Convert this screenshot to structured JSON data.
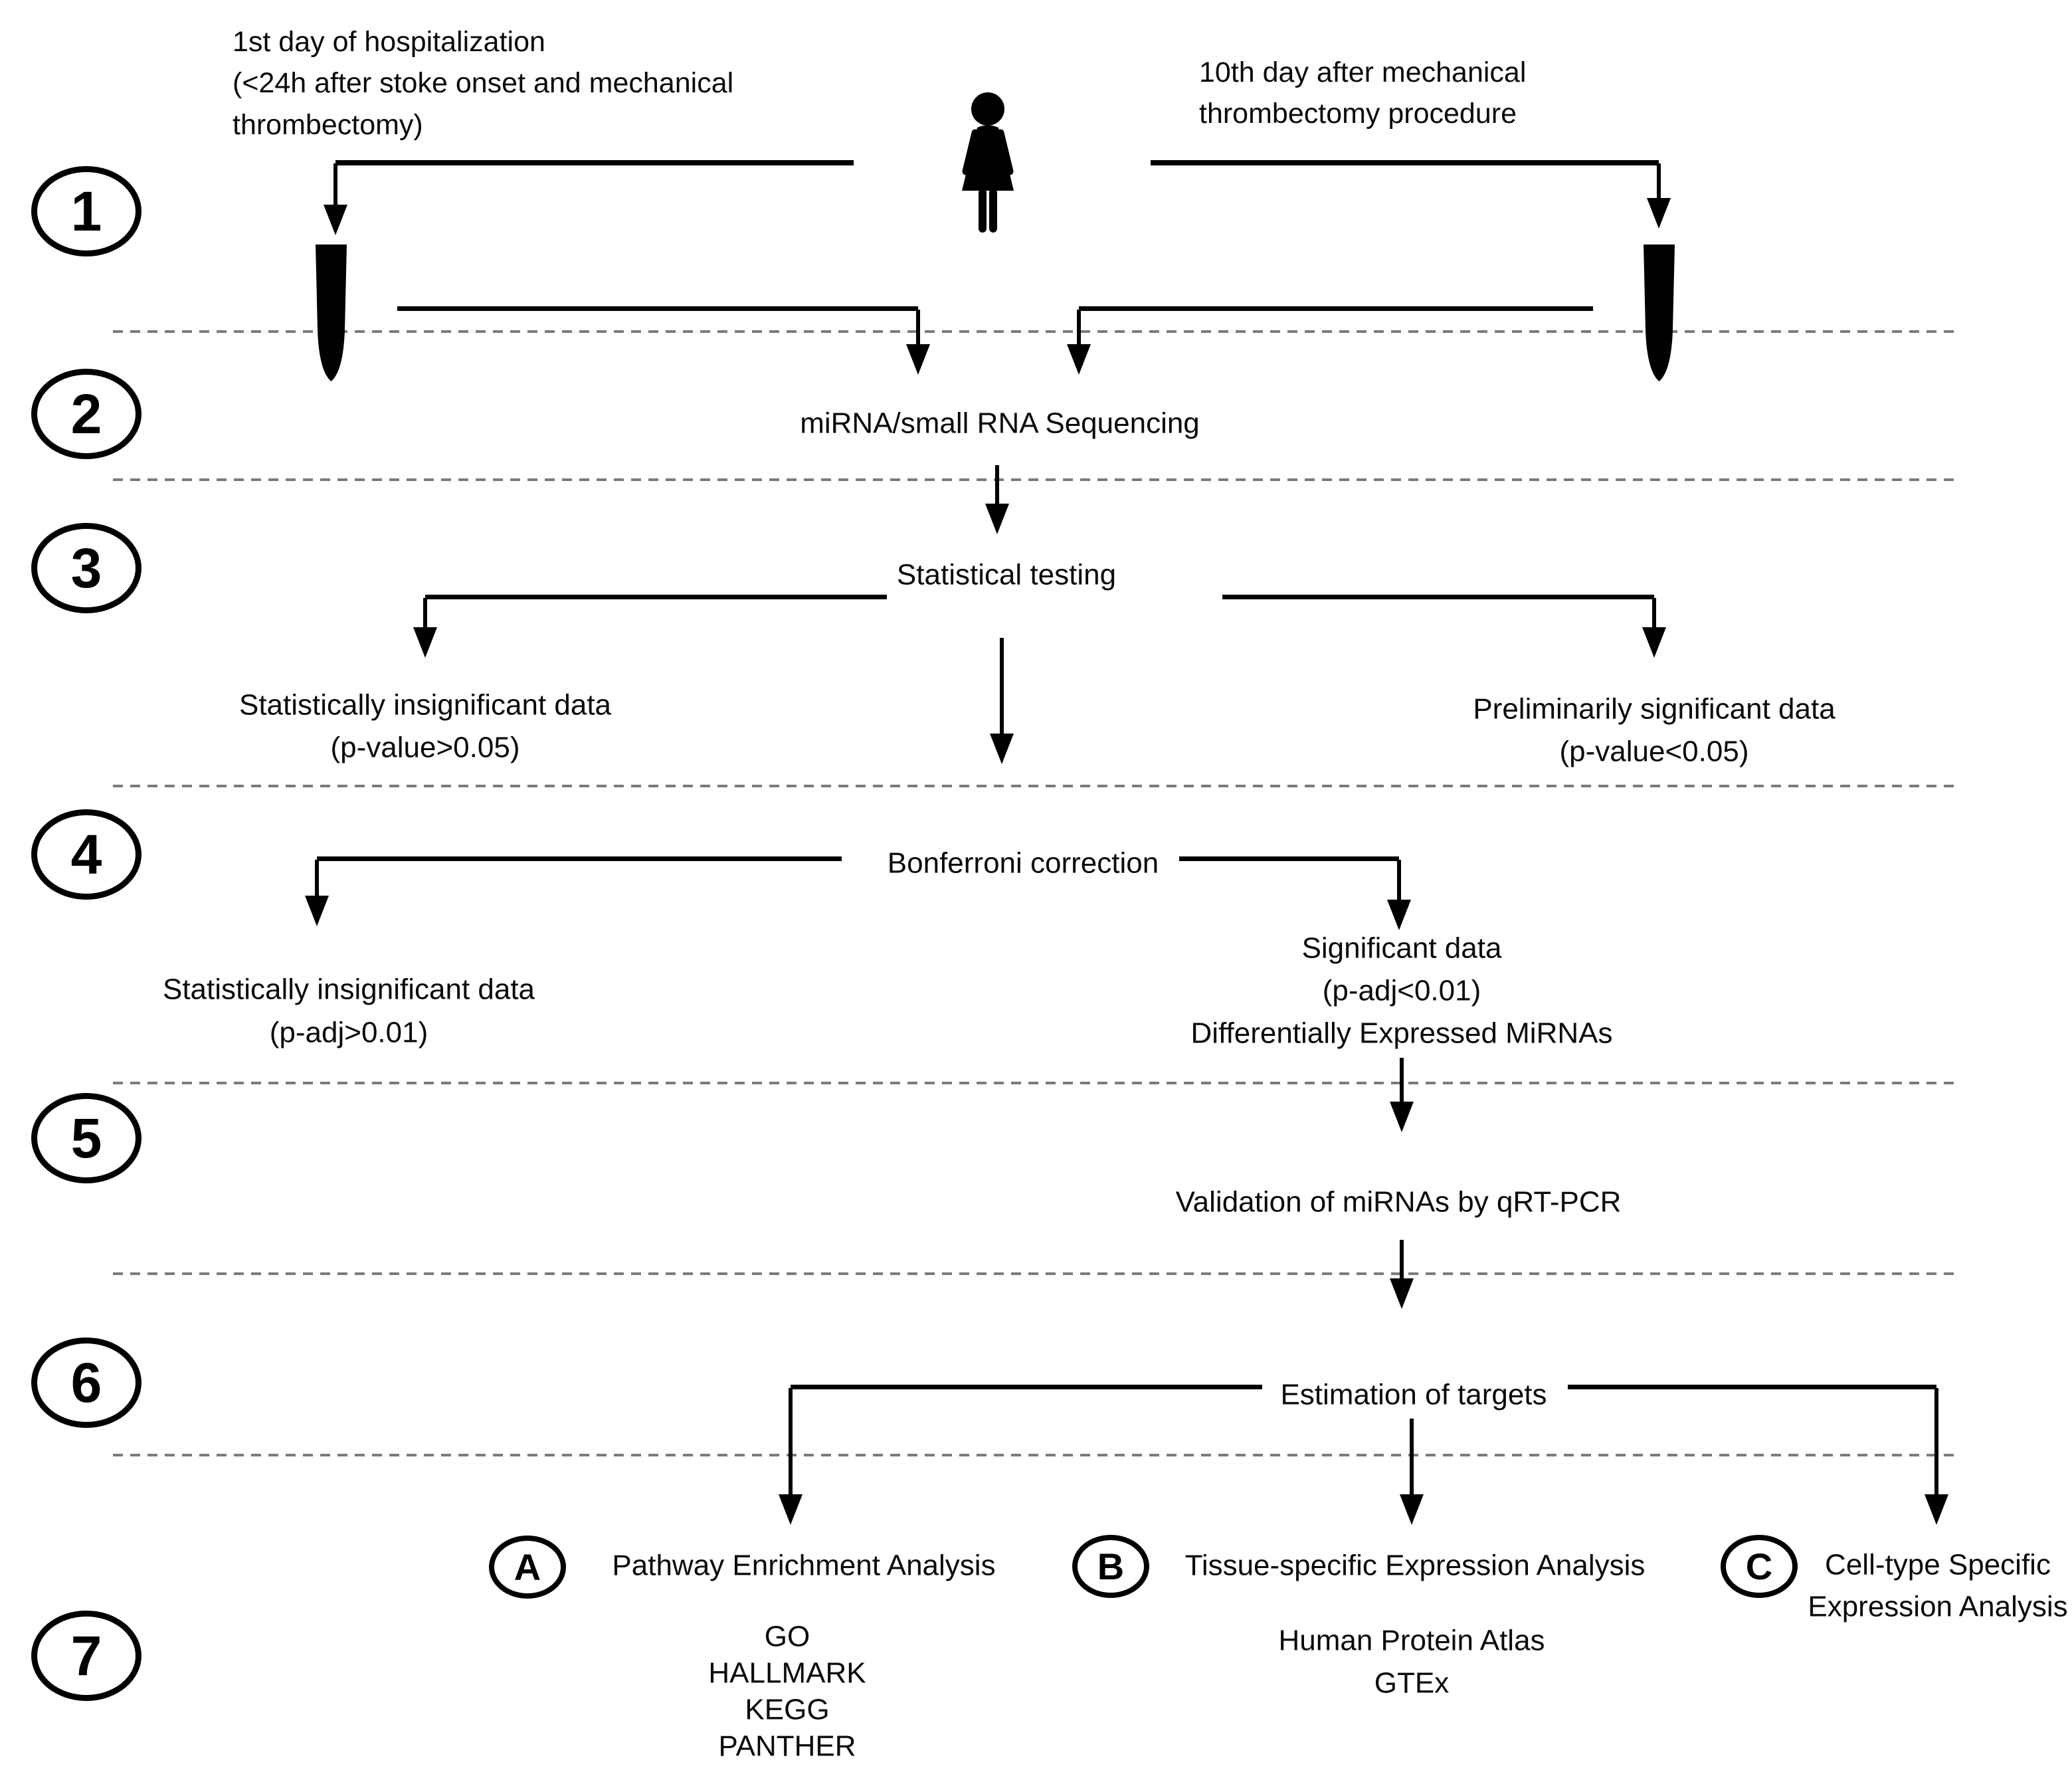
{
  "figure": {
    "colors": {
      "line": "#000000",
      "dashed": "#7b7b7b",
      "background": "#ffffff",
      "text": "#0a0a0a"
    },
    "steps": [
      {
        "number": "1"
      },
      {
        "number": "2"
      },
      {
        "number": "3"
      },
      {
        "number": "4"
      },
      {
        "number": "5"
      },
      {
        "number": "6"
      },
      {
        "number": "7"
      }
    ],
    "row1": {
      "left_lines": [
        "1st day of hospitalization",
        "(<24h after stoke onset and mechanical",
        "thrombectomy)"
      ],
      "right_lines": [
        "10th day after mechanical",
        "thrombectomy procedure"
      ],
      "person_icon": "woman-silhouette",
      "tube_icon": "blood-sample-tube"
    },
    "row2": {
      "label": "miRNA/small RNA Sequencing"
    },
    "row3": {
      "label": "Statistical testing",
      "left_lines": [
        "Statistically insignificant data",
        "(p-value>0.05)"
      ],
      "right_lines": [
        "Preliminarily significant data",
        "(p-value<0.05)"
      ]
    },
    "row4": {
      "label": "Bonferroni correction",
      "left_lines": [
        "Statistically insignificant data",
        "(p-adj>0.01)"
      ],
      "right_lines": [
        "Significant data",
        "(p-adj<0.01)",
        "Differentially Expressed MiRNAs"
      ]
    },
    "row5": {
      "label": "Validation of miRNAs by qRT-PCR"
    },
    "row6": {
      "label": "Estimation of targets"
    },
    "row7": {
      "a": {
        "letter": "A",
        "title": "Pathway Enrichment Analysis",
        "items": [
          "GO",
          "HALLMARK",
          "KEGG",
          "PANTHER"
        ]
      },
      "b": {
        "letter": "B",
        "title": "Tissue-specific Expression Analysis",
        "items": [
          "Human Protein Atlas",
          "GTEx"
        ]
      },
      "c": {
        "letter": "C",
        "title_lines": [
          "Cell-type Specific",
          "Expression Analysis"
        ]
      }
    }
  }
}
